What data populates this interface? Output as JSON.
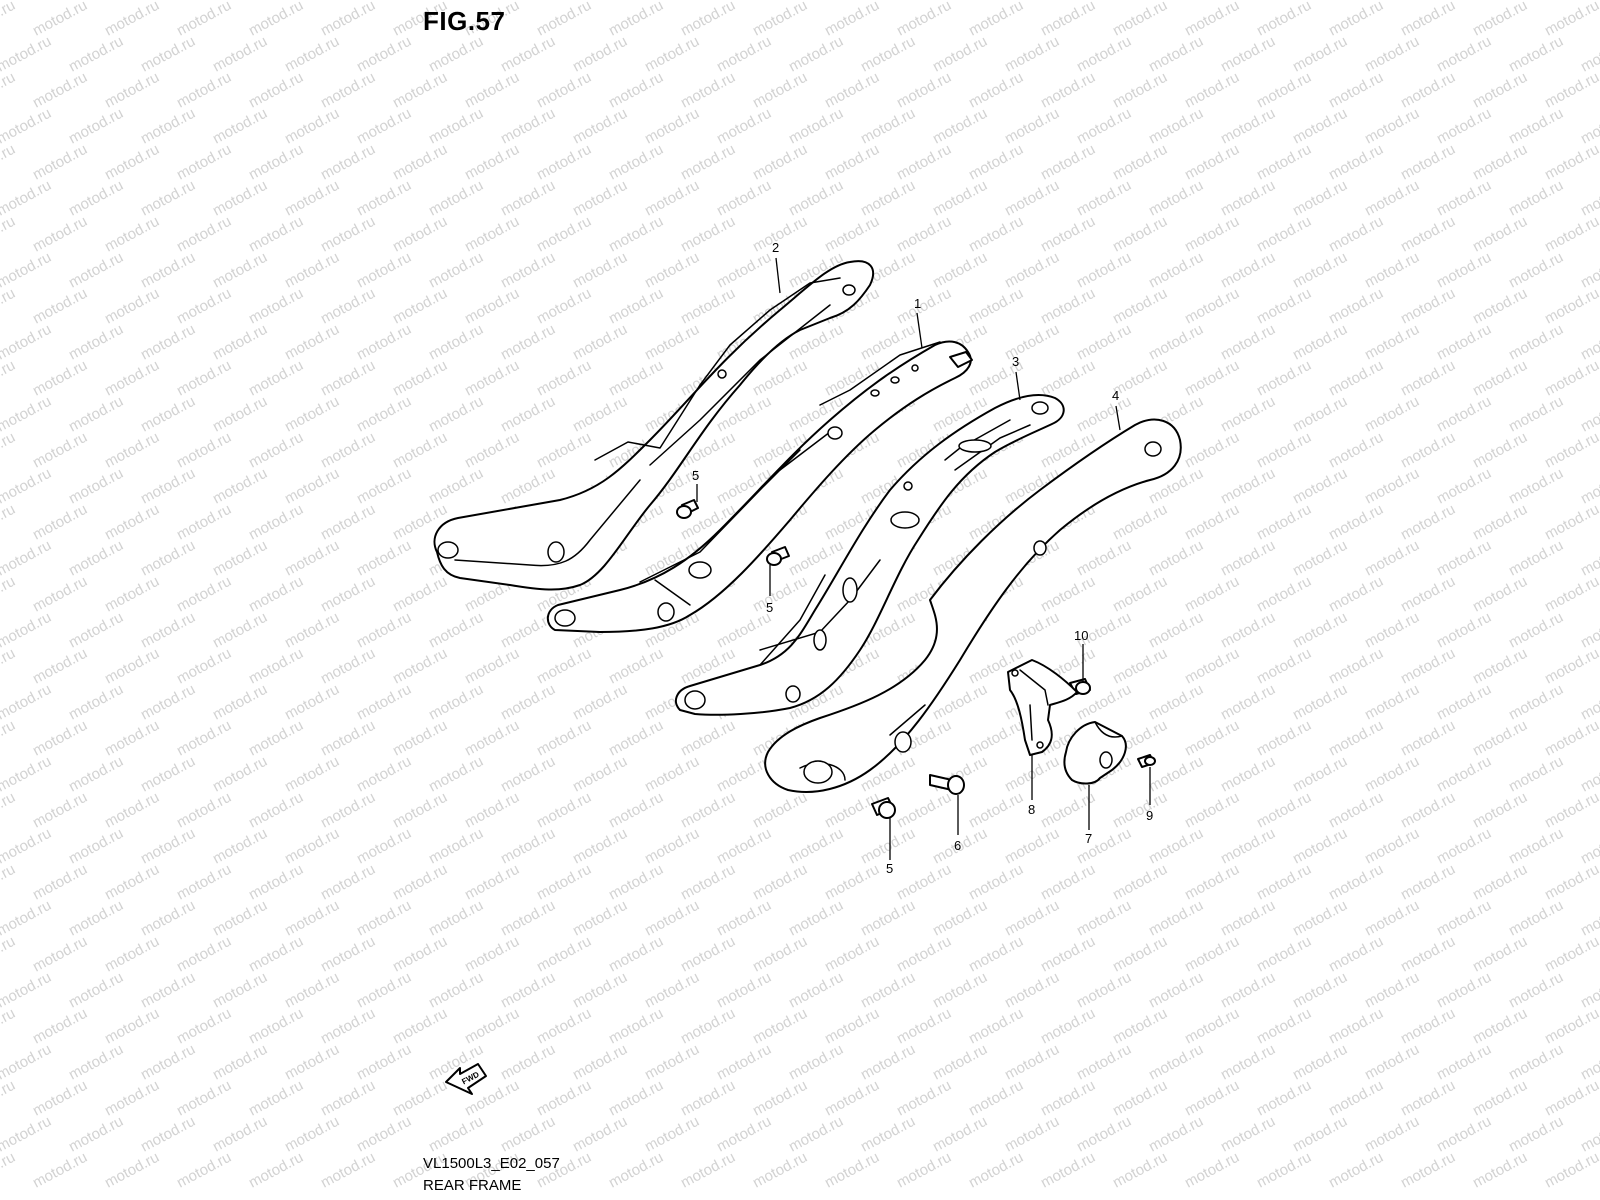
{
  "figure": {
    "title": "FIG.57",
    "code": "VL1500L3_E02_057",
    "caption": "REAR FRAME"
  },
  "watermark": {
    "text": "motod.ru",
    "color": "#d2d2d2"
  },
  "fwd_arrow": {
    "label": "FWD"
  },
  "parts": [
    {
      "ref": "2"
    },
    {
      "ref": "1"
    },
    {
      "ref": "3"
    },
    {
      "ref": "4"
    },
    {
      "ref": "5"
    },
    {
      "ref": "5"
    },
    {
      "ref": "10"
    },
    {
      "ref": "8"
    },
    {
      "ref": "7"
    },
    {
      "ref": "9"
    },
    {
      "ref": "6"
    },
    {
      "ref": "5"
    }
  ]
}
